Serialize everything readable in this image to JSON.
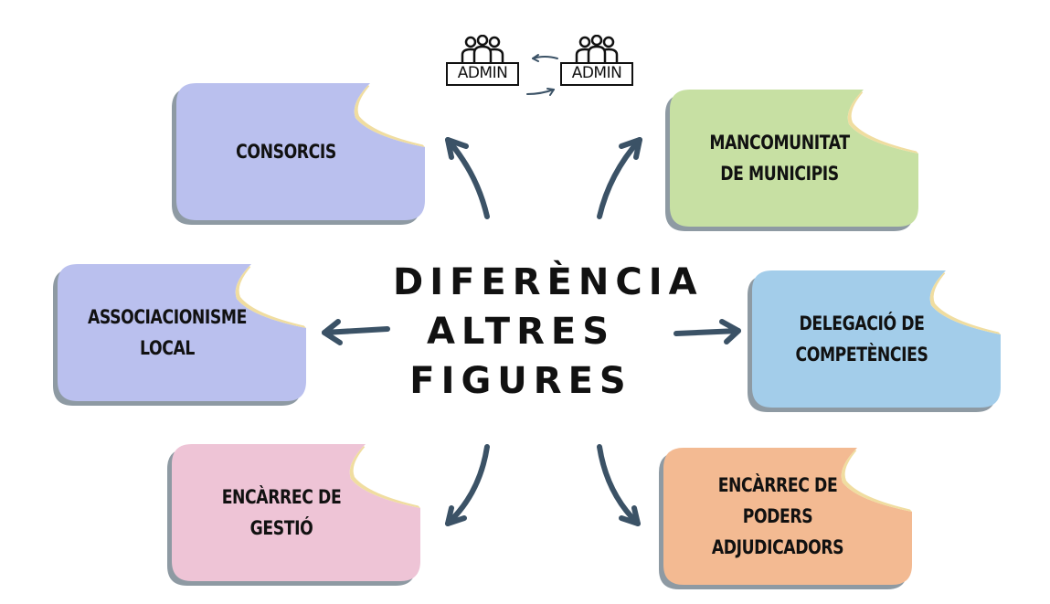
{
  "center": {
    "lines": [
      "DIFERÈNCIA",
      "ALTRES",
      "FIGURES"
    ]
  },
  "admin_icons": [
    {
      "label": "ADMIN",
      "icon": "people-at-desk-icon"
    },
    {
      "label": "ADMIN",
      "icon": "people-at-desk-icon"
    }
  ],
  "cards": [
    {
      "lines": [
        "CONSORCIS"
      ],
      "color": "#BAC0EE"
    },
    {
      "lines": [
        "MANCOMUNITAT",
        "DE MUNICIPIS"
      ],
      "color": "#C7E0A3"
    },
    {
      "lines": [
        "ASSOCIACIONISME",
        "LOCAL"
      ],
      "color": "#BAC0EE"
    },
    {
      "lines": [
        "DELEGACIÓ DE",
        "COMPETÈNCIES"
      ],
      "color": "#A3CDEA"
    },
    {
      "lines": [
        "ENCÀRREC DE",
        "GESTIÓ"
      ],
      "color": "#EEC4D6"
    },
    {
      "lines": [
        "ENCÀRREC DE PODERS",
        "ADJUDICADORS"
      ],
      "color": "#F3BA92"
    }
  ],
  "colors": {
    "arrow": "#3B5266",
    "shadow": "#8E9AA3",
    "curl": "#F0DDA0"
  }
}
